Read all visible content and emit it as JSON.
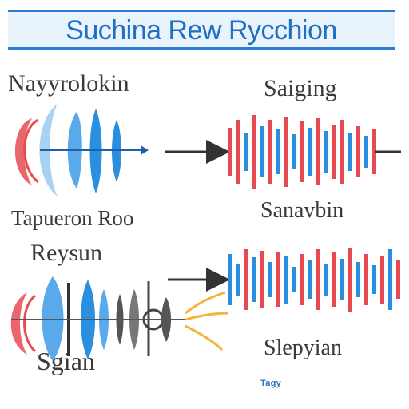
{
  "title": "Suchina Rew Rycchion",
  "labels": {
    "top_left": "Nayyrolokin",
    "top_right": "Saiging",
    "middle_left": "Tapueron Roo",
    "middle_right": "Sanavbin",
    "middle_left_2": "Reysun",
    "bottom_right": "Slepyian",
    "bottom_left": "Sgian",
    "footnote": "Tagy"
  },
  "colors": {
    "blue": "#2b8fe0",
    "red": "#e84a52",
    "gray": "#555555",
    "yellow": "#f2b53b",
    "arrow": "#333333"
  }
}
